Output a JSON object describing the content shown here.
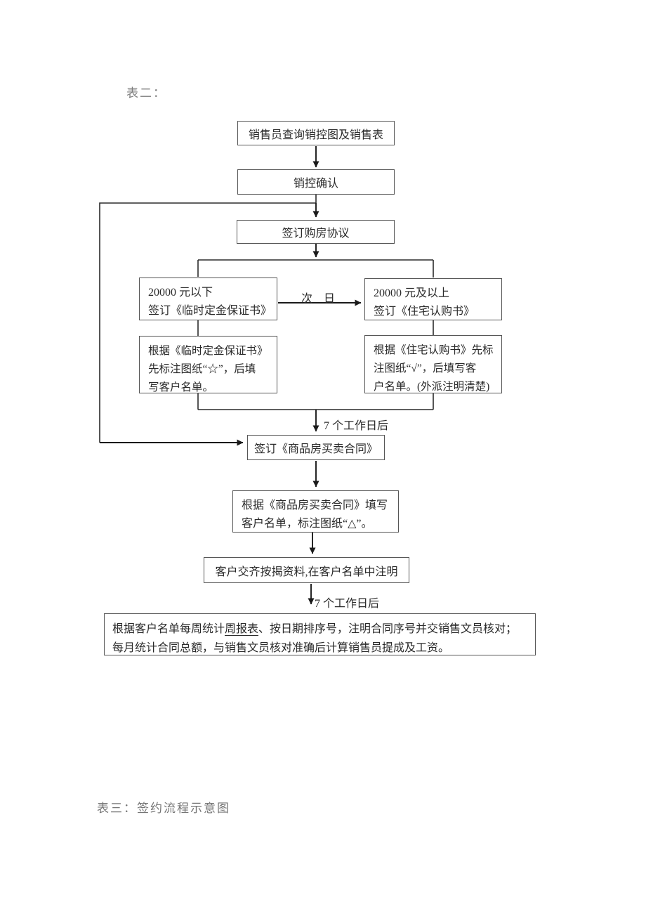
{
  "document": {
    "table2_label": "表二：",
    "table3_label": "表三：签约流程示意图"
  },
  "flowchart": {
    "nodes": {
      "query_sales_chart": "销售员查询销控图及销售表",
      "sales_control_confirm": "销控确认",
      "sign_purchase_agreement": "签订购房协议",
      "under_20000_lines": [
        "20000 元以下",
        "签订《临时定金保证书》"
      ],
      "over_20000_lines": [
        "20000 元及以上",
        "签订《住宅认购书》"
      ],
      "deposit_note_lines": [
        "根据《临时定金保证书》",
        "先标注图纸“☆”，后填",
        "写客户名单。"
      ],
      "purchase_note_lines": [
        "根据《住宅认购书》先标",
        "注图纸“√”，后填写客",
        "户名单。(外派注明清楚)"
      ],
      "sign_sales_contract": "签订《商品房买卖合同》",
      "contract_fill_lines": [
        "根据《商品房买卖合同》填写",
        "客户名单，标注图纸“△”。"
      ],
      "mortgage_materials": "客户交齐按揭资料,在客户名单中注明",
      "weekly_report": {
        "prefix": "根据客户名单每周统计",
        "underlined": "周报表",
        "suffix": "、按日期排序号，注明合同序号并交销售文员核对；每月统计合同总额，与销售文员核对准确后计算销售员提成及工资。"
      }
    },
    "edge_labels": {
      "next_day": "次　日",
      "after_seven_days_top": "7 个工作日后",
      "after_seven_days_bottom": "7 个工作日后"
    }
  }
}
